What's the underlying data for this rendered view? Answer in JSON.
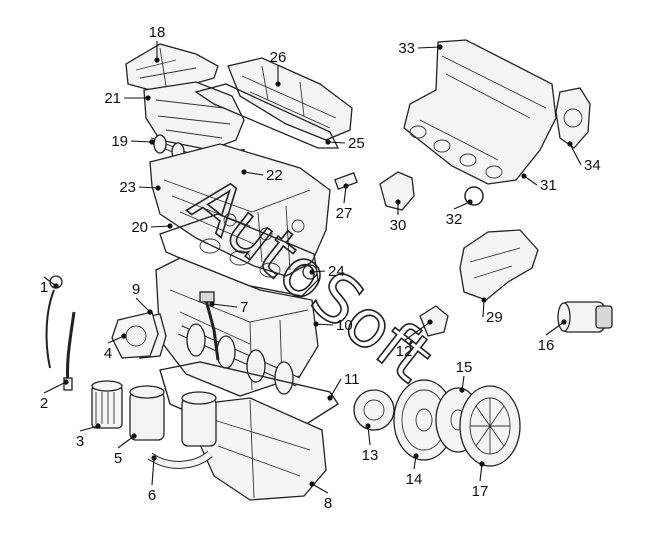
{
  "diagram": {
    "watermark": "AutoSoft",
    "callouts": [
      {
        "id": "1",
        "text": "1"
      },
      {
        "id": "2",
        "text": "2"
      },
      {
        "id": "3",
        "text": "3"
      },
      {
        "id": "4",
        "text": "4"
      },
      {
        "id": "5",
        "text": "5"
      },
      {
        "id": "6",
        "text": "6"
      },
      {
        "id": "7",
        "text": "7"
      },
      {
        "id": "8",
        "text": "8"
      },
      {
        "id": "9",
        "text": "9"
      },
      {
        "id": "10",
        "text": "10"
      },
      {
        "id": "11",
        "text": "11"
      },
      {
        "id": "12",
        "text": "12"
      },
      {
        "id": "13",
        "text": "13"
      },
      {
        "id": "14",
        "text": "14"
      },
      {
        "id": "15",
        "text": "15"
      },
      {
        "id": "16",
        "text": "16"
      },
      {
        "id": "17",
        "text": "17"
      },
      {
        "id": "18",
        "text": "18"
      },
      {
        "id": "19",
        "text": "19"
      },
      {
        "id": "20",
        "text": "20"
      },
      {
        "id": "21",
        "text": "21"
      },
      {
        "id": "22",
        "text": "22"
      },
      {
        "id": "23",
        "text": "23"
      },
      {
        "id": "24",
        "text": "24"
      },
      {
        "id": "25",
        "text": "25"
      },
      {
        "id": "26",
        "text": "26"
      },
      {
        "id": "27",
        "text": "27"
      },
      {
        "id": "29",
        "text": "29"
      },
      {
        "id": "30",
        "text": "30"
      },
      {
        "id": "31",
        "text": "31"
      },
      {
        "id": "32",
        "text": "32"
      },
      {
        "id": "33",
        "text": "33"
      },
      {
        "id": "34",
        "text": "34"
      }
    ]
  }
}
